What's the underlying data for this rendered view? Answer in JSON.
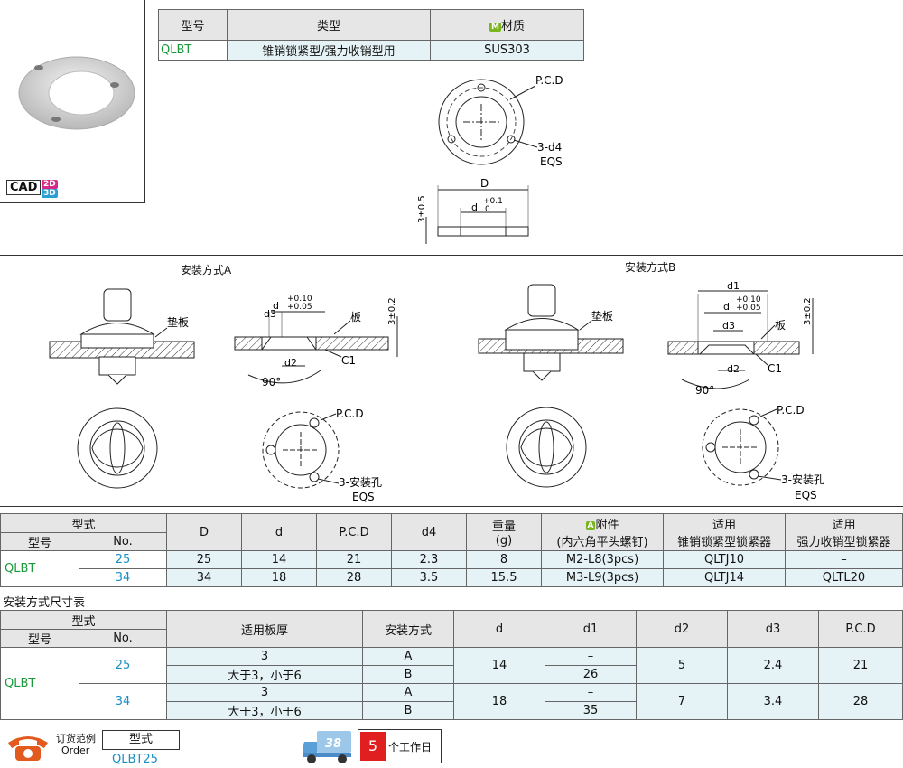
{
  "top_table": {
    "headers": [
      "型号",
      "类型",
      "材质"
    ],
    "material_badge": "M",
    "row": [
      "QLBT",
      "锥销锁紧型/强力收销型用",
      "SUS303"
    ]
  },
  "cad": {
    "label": "CAD",
    "badge_2d": "2D",
    "badge_3d": "3D"
  },
  "drawing_top": {
    "pcd": "P.C.D",
    "holes": "3-d4",
    "eqs": "EQS",
    "D": "D",
    "d_tol_top": "+0.1",
    "d_tol_bot": "0",
    "d": "d",
    "thk": "3±0.5"
  },
  "install": {
    "a_title": "安装方式A",
    "b_title": "安装方式B",
    "pad": "垫板",
    "plate": "板",
    "d1": "d1",
    "d2": "d2",
    "d3": "d3",
    "tol1": "+0.10",
    "tol2": "+0.05",
    "c1": "C1",
    "angle": "90°",
    "thk": "3±0.2",
    "pcd": "P.C.D",
    "holes": "3-安装孔",
    "eqs": "EQS"
  },
  "spec_table": {
    "h_type": "型式",
    "h_model": "型号",
    "h_no": "No.",
    "cols": [
      "D",
      "d",
      "P.C.D",
      "d4",
      "重量",
      "(g)",
      "附件",
      "(内六角平头螺钉)",
      "适用",
      "锥销锁紧型锁紧器",
      "适用",
      "强力收销型锁紧器"
    ],
    "acc_badge": "A",
    "model": "QLBT",
    "rows": [
      [
        "25",
        "25",
        "14",
        "21",
        "2.3",
        "8",
        "M2-L8(3pcs)",
        "QLTJ10",
        "–"
      ],
      [
        "34",
        "34",
        "18",
        "28",
        "3.5",
        "15.5",
        "M3-L9(3pcs)",
        "QLTJ14",
        "QLTL20"
      ]
    ]
  },
  "install_table": {
    "title": "安装方式尺寸表",
    "h_type": "型式",
    "h_model": "型号",
    "h_no": "No.",
    "cols": [
      "适用板厚",
      "安装方式",
      "d",
      "d1",
      "d2",
      "d3",
      "P.C.D"
    ],
    "model": "QLBT",
    "groups": [
      {
        "no": "25",
        "d": "14",
        "d2": "5",
        "d3": "2.4",
        "pcd": "21",
        "rows": [
          {
            "thk": "3",
            "mode": "A",
            "d1": "–"
          },
          {
            "thk": "大于3，小于6",
            "mode": "B",
            "d1": "26"
          }
        ]
      },
      {
        "no": "34",
        "d": "18",
        "d2": "7",
        "d3": "3.4",
        "pcd": "28",
        "rows": [
          {
            "thk": "3",
            "mode": "A",
            "d1": "–"
          },
          {
            "thk": "大于3，小于6",
            "mode": "B",
            "d1": "35"
          }
        ]
      }
    ]
  },
  "order": {
    "label_cn": "订货范例",
    "label_en": "Order",
    "type": "型式",
    "example": "QLBT25",
    "truck_num": "38",
    "days": "5",
    "days_label": "个工作日"
  }
}
